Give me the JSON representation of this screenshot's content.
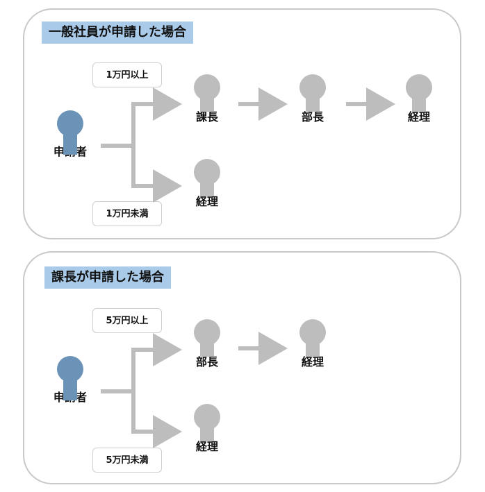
{
  "colors": {
    "panel_border": "#c9c9c9",
    "title_bg": "#a9cbe9",
    "applicant": "#6b93b8",
    "approver": "#bdbdbd",
    "arrow": "#bdbdbd"
  },
  "panels": [
    {
      "title": "一般社員が申請した場合",
      "applicant_label": "申請者",
      "condition_upper": "1万円以上",
      "condition_lower": "1万円未満",
      "upper_chain": [
        "課長",
        "部長",
        "経理"
      ],
      "lower_chain": [
        "経理"
      ]
    },
    {
      "title": "課長が申請した場合",
      "applicant_label": "申請者",
      "condition_upper": "5万円以上",
      "condition_lower": "5万円未満",
      "upper_chain": [
        "部長",
        "経理"
      ],
      "lower_chain": [
        "経理"
      ]
    }
  ]
}
